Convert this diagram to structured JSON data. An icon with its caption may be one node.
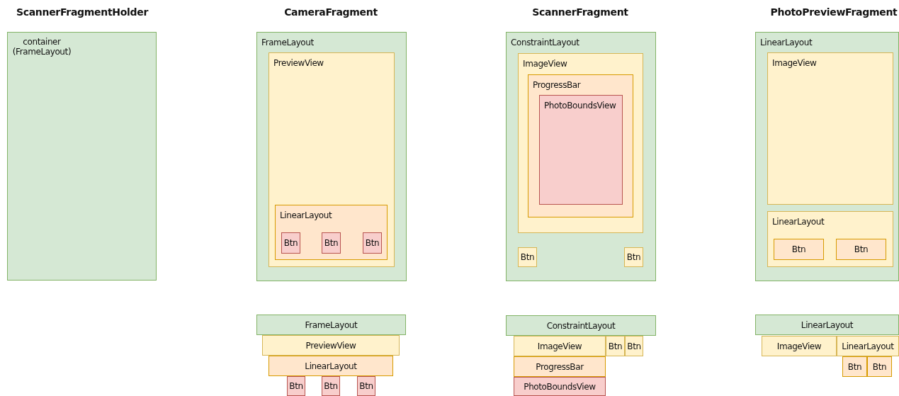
{
  "diagram": {
    "nodes": [
      {
        "text": [
          "container (FrameLayout)"
        ]
      },
      {
        "text": [
          "FrameLayout"
        ]
      },
      {
        "text": [
          "PreviewView"
        ],
        "in": 1
      },
      {
        "text": [
          "LinearLayout"
        ],
        "in": 2
      },
      {
        "text": [
          "Btn"
        ],
        "in": 3
      },
      {
        "text": [
          "Btn"
        ],
        "in": 3
      },
      {
        "text": [
          "Btn"
        ],
        "in": 3
      },
      {
        "text": [
          "ConstraintLayout"
        ]
      },
      {
        "text": [
          "ImageView"
        ],
        "in": 7
      },
      {
        "text": [
          "ProgressBar"
        ],
        "in": 8
      },
      {
        "text": [
          "PhotoBoundsView"
        ],
        "in": 9
      },
      {
        "text": [
          "Btn"
        ],
        "in": 7
      },
      {
        "text": [
          "Btn"
        ],
        "in": 7
      },
      {
        "text": [
          "LinearLayout"
        ]
      },
      {
        "text": [
          "ImageView"
        ],
        "in": 13
      },
      {
        "text": [
          "LinearLayout"
        ],
        "in": 13
      },
      {
        "text": [
          "Btn"
        ],
        "in": 15
      },
      {
        "text": [
          "Btn"
        ],
        "in": 15
      },
      {
        "text": [
          "FrameLayout"
        ]
      },
      {
        "text": [
          "PreviewView"
        ]
      },
      {
        "text": [
          "LinearLayout"
        ]
      },
      {
        "text": [
          "Btn"
        ]
      },
      {
        "text": [
          "Btn"
        ]
      },
      {
        "text": [
          "Btn"
        ]
      },
      {
        "text": [
          "ConstraintLayout"
        ]
      },
      {
        "text": [
          "ImageView"
        ]
      },
      {
        "text": [
          "Btn"
        ]
      },
      {
        "text": [
          "Btn"
        ]
      },
      {
        "text": [
          "ProgressBar"
        ]
      },
      {
        "text": [
          "PhotoBoundsView"
        ]
      },
      {
        "text": [
          "LinearLayout"
        ]
      },
      {
        "text": [
          "ImageView"
        ]
      },
      {
        "text": [
          "LinearLayout"
        ]
      },
      {
        "text": [
          "Btn"
        ]
      },
      {
        "text": [
          "Btn"
        ]
      }
    ],
    "labels": [
      "ScannerFragmentHolder",
      "CameraFragment",
      "ScannerFragment",
      "PhotoPreviewFragment"
    ]
  }
}
